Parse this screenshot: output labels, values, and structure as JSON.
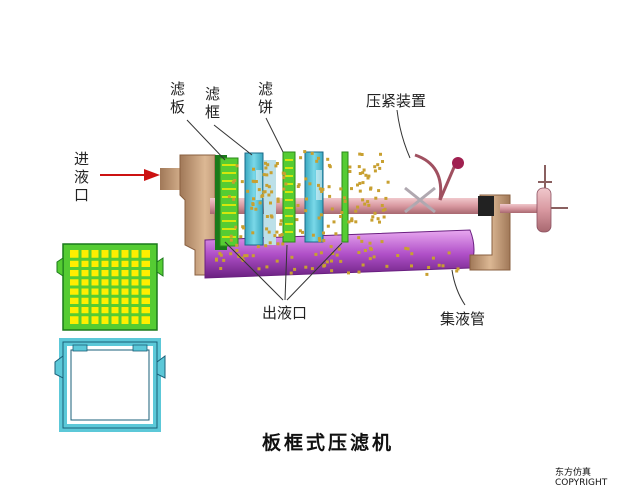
{
  "labels": {
    "filter_plate": "滤板",
    "filter_frame": "滤框",
    "filter_cake": "滤饼",
    "press_device": "压紧装置",
    "inlet": "进液口",
    "outlet": "出液口",
    "collector": "集液管"
  },
  "title": "板框式压滤机",
  "copyright": "东方仿真COPYRIGHT",
  "colors": {
    "frame_blue": "#5cc8d8",
    "plate_green": "#55cc33",
    "plate_yellow": "#ffee00",
    "pipe_purple": "#b050c8",
    "body_tan": "#c8a07a",
    "rod_pink": "#d8a0a8",
    "particle": "#c8a030",
    "arrow_red": "#cc1111",
    "frame_outline": "#1a5f78"
  }
}
